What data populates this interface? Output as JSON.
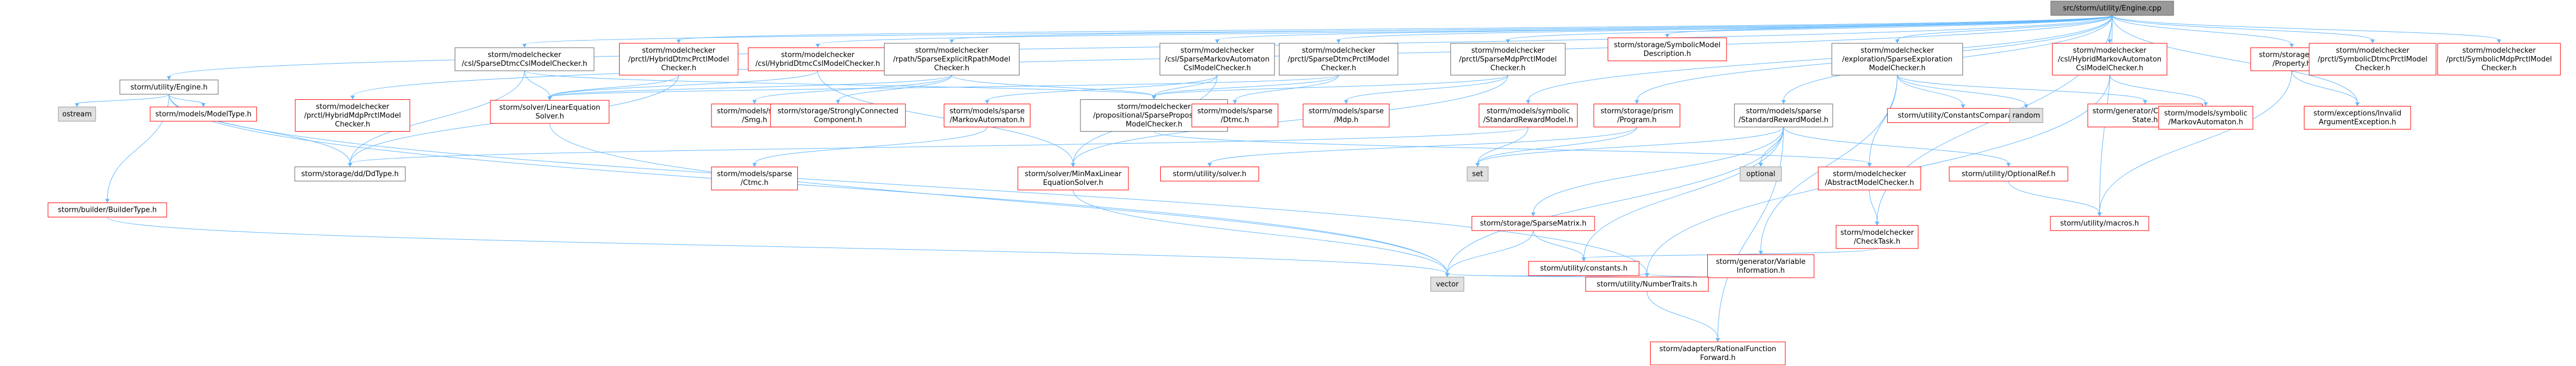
{
  "colors": {
    "edge": "#63b8ff",
    "box_border_default": "#666666",
    "box_border_missing": "#ff0000",
    "root_fill": "#999999",
    "external_fill": "#e0e0e0"
  },
  "nodes": [
    {
      "id": "root",
      "lines": [
        "src/storm/utility/Engine.cpp"
      ],
      "kind": "root"
    },
    {
      "id": "engine_h",
      "lines": [
        "storm/utility/Engine.h"
      ],
      "kind": "normal"
    },
    {
      "id": "ostream",
      "lines": [
        "ostream"
      ],
      "kind": "gray"
    },
    {
      "id": "modeltype",
      "lines": [
        "storm/models/ModelType.h"
      ],
      "kind": "red"
    },
    {
      "id": "buildertype",
      "lines": [
        "storm/builder/BuilderType.h"
      ],
      "kind": "red"
    },
    {
      "id": "ddtype",
      "lines": [
        "storm/storage/dd/DdType.h"
      ],
      "kind": "normal"
    },
    {
      "id": "sparsedtmccsl",
      "lines": [
        "storm/modelchecker",
        "/csl/SparseDtmcCslModelChecker.h"
      ],
      "kind": "normal"
    },
    {
      "id": "hybriddtmcprctl",
      "lines": [
        "storm/modelchecker",
        "/prctl/HybridDtmcPrctlModel",
        "Checker.h"
      ],
      "kind": "red"
    },
    {
      "id": "hybriddtmccsl",
      "lines": [
        "storm/modelchecker",
        "/csl/HybridDtmcCslModelChecker.h"
      ],
      "kind": "red"
    },
    {
      "id": "sparseexplicitgame",
      "lines": [
        "storm/modelchecker",
        "/rpath/SparseExplicitRpathModel",
        "Checker.h"
      ],
      "kind": "normal"
    },
    {
      "id": "sparsemarkovcsl",
      "lines": [
        "storm/modelchecker",
        "/csl/SparseMarkovAutomaton",
        "CslModelChecker.h"
      ],
      "kind": "normal"
    },
    {
      "id": "sparsedtmcprctl",
      "lines": [
        "storm/modelchecker",
        "/prctl/SparseDtmcPrctlModel",
        "Checker.h"
      ],
      "kind": "normal"
    },
    {
      "id": "sparsemdpprctl",
      "lines": [
        "storm/modelchecker",
        "/prctl/SparseMdpPrctlModel",
        "Checker.h"
      ],
      "kind": "normal"
    },
    {
      "id": "symdesc",
      "lines": [
        "storm/storage/SymbolicModel",
        "Description.h"
      ],
      "kind": "red"
    },
    {
      "id": "explorationmc",
      "lines": [
        "storm/modelchecker",
        "/exploration/SparseExploration",
        "ModelChecker.h"
      ],
      "kind": "normal"
    },
    {
      "id": "hybridmarkovcsl",
      "lines": [
        "storm/modelchecker",
        "/csl/HybridMarkovAutomaton",
        "CslModelChecker.h"
      ],
      "kind": "red"
    },
    {
      "id": "jani_property",
      "lines": [
        "storm/storage/jani",
        "/Property.h"
      ],
      "kind": "red"
    },
    {
      "id": "symdtmcprctl",
      "lines": [
        "storm/modelchecker",
        "/prctl/SymbolicDtmcPrctlModel",
        "Checker.h"
      ],
      "kind": "red"
    },
    {
      "id": "symmdpprctl",
      "lines": [
        "storm/modelchecker",
        "/prctl/SymbolicMdpPrctlModel",
        "Checker.h"
      ],
      "kind": "red"
    },
    {
      "id": "hybridmdpprctl",
      "lines": [
        "storm/modelchecker",
        "/prctl/HybridMdpPrctlModel",
        "Checker.h"
      ],
      "kind": "red"
    },
    {
      "id": "linearsolver",
      "lines": [
        "storm/solver/LinearEquation",
        "Solver.h"
      ],
      "kind": "red"
    },
    {
      "id": "smg",
      "lines": [
        "storm/models/sparse",
        "/Smg.h"
      ],
      "kind": "red"
    },
    {
      "id": "scc",
      "lines": [
        "storm/storage/StronglyConnected",
        "Component.h"
      ],
      "kind": "red"
    },
    {
      "id": "markovautomaton_sparse",
      "lines": [
        "storm/models/sparse",
        "/MarkovAutomaton.h"
      ],
      "kind": "red"
    },
    {
      "id": "sparsepropmc",
      "lines": [
        "storm/modelchecker",
        "/propositional/SparsePropositional",
        "ModelChecker.h"
      ],
      "kind": "normal"
    },
    {
      "id": "dtmc_sparse",
      "lines": [
        "storm/models/sparse",
        "/Dtmc.h"
      ],
      "kind": "red"
    },
    {
      "id": "mdp_sparse",
      "lines": [
        "storm/models/sparse",
        "/Mdp.h"
      ],
      "kind": "red"
    },
    {
      "id": "symrewardmodel",
      "lines": [
        "storm/models/symbolic",
        "/StandardRewardModel.h"
      ],
      "kind": "red"
    },
    {
      "id": "prism_program",
      "lines": [
        "storm/storage/prism",
        "/Program.h"
      ],
      "kind": "red"
    },
    {
      "id": "stdrewardmodel",
      "lines": [
        "storm/models/sparse",
        "/StandardRewardModel.h"
      ],
      "kind": "normal"
    },
    {
      "id": "constcomparator",
      "lines": [
        "storm/utility/ConstantsComparator.h"
      ],
      "kind": "red"
    },
    {
      "id": "random",
      "lines": [
        "random"
      ],
      "kind": "gray"
    },
    {
      "id": "compressedstate",
      "lines": [
        "storm/generator/Compressed",
        "State.h"
      ],
      "kind": "red"
    },
    {
      "id": "markovautomaton_sym",
      "lines": [
        "storm/models/symbolic",
        "/MarkovAutomaton.h"
      ],
      "kind": "red"
    },
    {
      "id": "invalidarg",
      "lines": [
        "storm/exceptions/Invalid",
        "ArgumentException.h"
      ],
      "kind": "red"
    },
    {
      "id": "ctmc_sparse",
      "lines": [
        "storm/models/sparse",
        "/Ctmc.h"
      ],
      "kind": "red"
    },
    {
      "id": "minmaxsolver",
      "lines": [
        "storm/solver/MinMaxLinear",
        "EquationSolver.h"
      ],
      "kind": "red"
    },
    {
      "id": "utilsolver",
      "lines": [
        "storm/utility/solver.h"
      ],
      "kind": "red"
    },
    {
      "id": "set",
      "lines": [
        "set"
      ],
      "kind": "gray"
    },
    {
      "id": "optional",
      "lines": [
        "optional"
      ],
      "kind": "gray"
    },
    {
      "id": "abstractmc",
      "lines": [
        "storm/modelchecker",
        "/AbstractModelChecker.h"
      ],
      "kind": "red"
    },
    {
      "id": "optionalref",
      "lines": [
        "storm/utility/OptionalRef.h"
      ],
      "kind": "red"
    },
    {
      "id": "sparsematrix",
      "lines": [
        "storm/storage/SparseMatrix.h"
      ],
      "kind": "red"
    },
    {
      "id": "checktask",
      "lines": [
        "storm/modelchecker",
        "/CheckTask.h"
      ],
      "kind": "red"
    },
    {
      "id": "macros",
      "lines": [
        "storm/utility/macros.h"
      ],
      "kind": "red"
    },
    {
      "id": "constants",
      "lines": [
        "storm/utility/constants.h"
      ],
      "kind": "red"
    },
    {
      "id": "varinfo",
      "lines": [
        "storm/generator/Variable",
        "Information.h"
      ],
      "kind": "red"
    },
    {
      "id": "vector",
      "lines": [
        "vector"
      ],
      "kind": "gray"
    },
    {
      "id": "numbertraits",
      "lines": [
        "storm/utility/NumberTraits.h"
      ],
      "kind": "red"
    },
    {
      "id": "rationalfwd",
      "lines": [
        "storm/adapters/RationalFunction",
        "Forward.h"
      ],
      "kind": "red"
    }
  ],
  "edges": [
    [
      "root",
      "engine_h"
    ],
    [
      "root",
      "sparsedtmccsl"
    ],
    [
      "root",
      "hybriddtmcprctl"
    ],
    [
      "root",
      "hybriddtmccsl"
    ],
    [
      "root",
      "sparseexplicitgame"
    ],
    [
      "root",
      "sparsemarkovcsl"
    ],
    [
      "root",
      "sparsedtmcprctl"
    ],
    [
      "root",
      "sparsemdpprctl"
    ],
    [
      "root",
      "symdesc"
    ],
    [
      "root",
      "explorationmc"
    ],
    [
      "root",
      "hybridmarkovcsl"
    ],
    [
      "root",
      "jani_property"
    ],
    [
      "root",
      "symdtmcprctl"
    ],
    [
      "root",
      "symmdpprctl"
    ],
    [
      "root",
      "hybridmdpprctl"
    ],
    [
      "root",
      "symrewardmodel"
    ],
    [
      "root",
      "prism_program"
    ],
    [
      "root",
      "stdrewardmodel"
    ],
    [
      "root",
      "macros"
    ],
    [
      "root",
      "invalidarg"
    ],
    [
      "root",
      "checktask"
    ],
    [
      "engine_h",
      "ostream"
    ],
    [
      "engine_h",
      "modeltype"
    ],
    [
      "engine_h",
      "buildertype"
    ],
    [
      "engine_h",
      "ddtype"
    ],
    [
      "engine_h",
      "vector"
    ],
    [
      "engine_h",
      "numbertraits"
    ],
    [
      "buildertype",
      "vector"
    ],
    [
      "sparsedtmccsl",
      "linearsolver"
    ],
    [
      "sparsedtmccsl",
      "sparsepropmc"
    ],
    [
      "sparsedtmccsl",
      "ddtype"
    ],
    [
      "hybriddtmcprctl",
      "linearsolver"
    ],
    [
      "hybriddtmcprctl",
      "ddtype"
    ],
    [
      "hybriddtmccsl",
      "linearsolver"
    ],
    [
      "hybriddtmccsl",
      "minmaxsolver"
    ],
    [
      "sparseexplicitgame",
      "linearsolver"
    ],
    [
      "sparseexplicitgame",
      "smg"
    ],
    [
      "sparseexplicitgame",
      "scc"
    ],
    [
      "sparseexplicitgame",
      "sparsepropmc"
    ],
    [
      "sparsemarkovcsl",
      "sparsepropmc"
    ],
    [
      "sparsemarkovcsl",
      "markovautomaton_sparse"
    ],
    [
      "sparsemarkovcsl",
      "minmaxsolver"
    ],
    [
      "sparsedtmcprctl",
      "sparsepropmc"
    ],
    [
      "sparsedtmcprctl",
      "dtmc_sparse"
    ],
    [
      "sparsedtmcprctl",
      "linearsolver"
    ],
    [
      "sparsemdpprctl",
      "sparsepropmc"
    ],
    [
      "sparsemdpprctl",
      "mdp_sparse"
    ],
    [
      "sparsemdpprctl",
      "minmaxsolver"
    ],
    [
      "explorationmc",
      "abstractmc"
    ],
    [
      "explorationmc",
      "constcomparator"
    ],
    [
      "explorationmc",
      "random"
    ],
    [
      "explorationmc",
      "compressedstate"
    ],
    [
      "explorationmc",
      "varinfo"
    ],
    [
      "hybridmarkovcsl",
      "markovautomaton_sym"
    ],
    [
      "hybridmarkovcsl",
      "numbertraits"
    ],
    [
      "jani_property",
      "macros"
    ],
    [
      "jani_property",
      "invalidarg"
    ],
    [
      "symrewardmodel",
      "set"
    ],
    [
      "symrewardmodel",
      "ddtype"
    ],
    [
      "prism_program",
      "set"
    ],
    [
      "prism_program",
      "utilsolver"
    ],
    [
      "stdrewardmodel",
      "set"
    ],
    [
      "stdrewardmodel",
      "optional"
    ],
    [
      "stdrewardmodel",
      "optionalref"
    ],
    [
      "stdrewardmodel",
      "sparsematrix"
    ],
    [
      "stdrewardmodel",
      "constants"
    ],
    [
      "stdrewardmodel",
      "vector"
    ],
    [
      "stdrewardmodel",
      "rationalfwd"
    ],
    [
      "linearsolver",
      "vector"
    ],
    [
      "markovautomaton_sparse",
      "ctmc_sparse"
    ],
    [
      "sparsepropmc",
      "abstractmc"
    ],
    [
      "minmaxsolver",
      "vector"
    ],
    [
      "abstractmc",
      "checktask"
    ],
    [
      "optionalref",
      "macros"
    ],
    [
      "sparsematrix",
      "constants"
    ],
    [
      "sparsematrix",
      "vector"
    ],
    [
      "checktask",
      "constants"
    ],
    [
      "constants",
      "vector"
    ],
    [
      "constants",
      "numbertraits"
    ],
    [
      "varinfo",
      "vector"
    ],
    [
      "varinfo",
      "numbertraits"
    ],
    [
      "numbertraits",
      "rationalfwd"
    ]
  ]
}
